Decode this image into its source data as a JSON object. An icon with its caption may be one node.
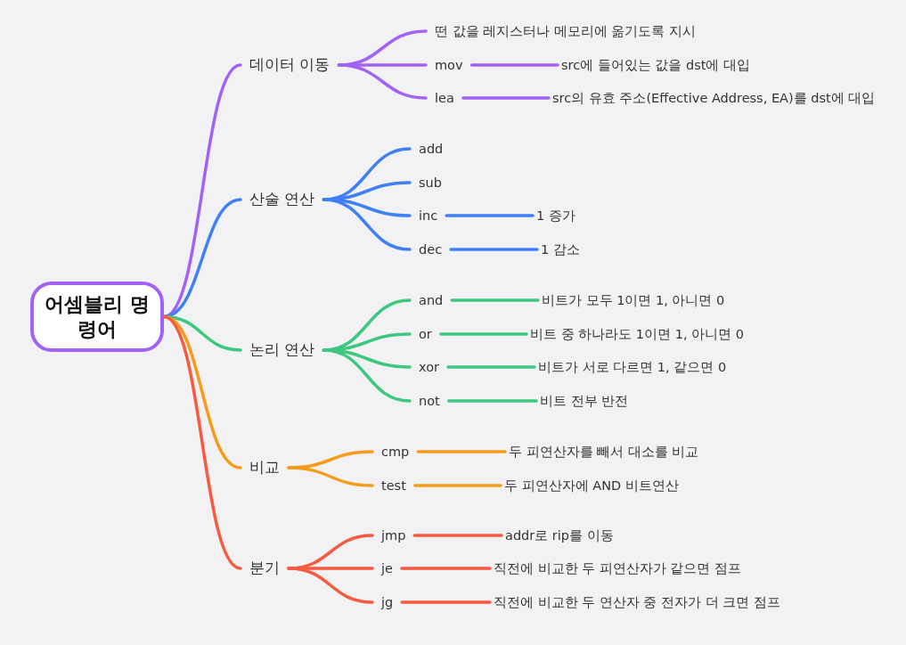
{
  "diagram": {
    "nodes": [
      {
        "text": [
          "어셈블리 명령어"
        ]
      },
      {
        "text": [
          "데이터 이동"
        ]
      },
      {
        "text": [
          "떤 값을 레지스터나 메모리에 옮기도록 지시"
        ]
      },
      {
        "text": [
          "mov"
        ]
      },
      {
        "text": [
          "src에 들어있는 값을 dst에 대입"
        ]
      },
      {
        "text": [
          "lea"
        ]
      },
      {
        "text": [
          "src의 유효 주소(Effective Address, EA)를 dst에 대입"
        ]
      },
      {
        "text": [
          "산술 연산"
        ]
      },
      {
        "text": [
          "add"
        ]
      },
      {
        "text": [
          "sub"
        ]
      },
      {
        "text": [
          "inc"
        ]
      },
      {
        "text": [
          "1 증가"
        ]
      },
      {
        "text": [
          "dec"
        ]
      },
      {
        "text": [
          "1 감소"
        ]
      },
      {
        "text": [
          "논리 연산"
        ]
      },
      {
        "text": [
          "and"
        ]
      },
      {
        "text": [
          "비트가 모두 1이면 1, 아니면 0"
        ]
      },
      {
        "text": [
          "or"
        ]
      },
      {
        "text": [
          "비트 중 하나라도 1이면 1, 아니면 0"
        ]
      },
      {
        "text": [
          "xor"
        ]
      },
      {
        "text": [
          "비트가 서로 다르면 1, 같으면 0"
        ]
      },
      {
        "text": [
          "not"
        ]
      },
      {
        "text": [
          "비트 전부 반전"
        ]
      },
      {
        "text": [
          "비교"
        ]
      },
      {
        "text": [
          "cmp"
        ]
      },
      {
        "text": [
          "두 피연산자를 빼서 대소를 비교"
        ]
      },
      {
        "text": [
          "test"
        ]
      },
      {
        "text": [
          "두 피연산자에 AND 비트연산"
        ]
      },
      {
        "text": [
          "분기"
        ]
      },
      {
        "text": [
          "jmp"
        ]
      },
      {
        "text": [
          "addr로 rip를 이동"
        ]
      },
      {
        "text": [
          "je"
        ]
      },
      {
        "text": [
          "직전에 비교한 두 피연산자가 같으면 점프"
        ]
      },
      {
        "text": [
          "jg"
        ]
      },
      {
        "text": [
          "직전에 비교한 두 연산자 중 전자가 더 크면 점프"
        ]
      }
    ],
    "edges": [
      {
        "from": 0,
        "to": 1,
        "arrow": "none",
        "color": "#a262f6"
      },
      {
        "from": 1,
        "to": 2,
        "arrow": "none",
        "color": "#a262f6"
      },
      {
        "from": 1,
        "to": 3,
        "arrow": "none",
        "color": "#a262f6"
      },
      {
        "from": 3,
        "to": 4,
        "arrow": "none",
        "color": "#a262f6"
      },
      {
        "from": 1,
        "to": 5,
        "arrow": "none",
        "color": "#a262f6"
      },
      {
        "from": 5,
        "to": 6,
        "arrow": "none",
        "color": "#a262f6"
      },
      {
        "from": 0,
        "to": 7,
        "arrow": "none",
        "color": "#3f80f6"
      },
      {
        "from": 7,
        "to": 8,
        "arrow": "none",
        "color": "#3f80f6"
      },
      {
        "from": 7,
        "to": 9,
        "arrow": "none",
        "color": "#3f80f6"
      },
      {
        "from": 7,
        "to": 10,
        "arrow": "none",
        "color": "#3f80f6"
      },
      {
        "from": 10,
        "to": 11,
        "arrow": "none",
        "color": "#3f80f6"
      },
      {
        "from": 7,
        "to": 12,
        "arrow": "none",
        "color": "#3f80f6"
      },
      {
        "from": 12,
        "to": 13,
        "arrow": "none",
        "color": "#3f80f6"
      },
      {
        "from": 0,
        "to": 14,
        "arrow": "none"
      },
      {
        "from": 14,
        "to": 15,
        "arrow": "none"
      },
      {
        "from": 15,
        "to": 16,
        "arrow": "none"
      },
      {
        "from": 14,
        "to": 17,
        "arrow": "none"
      },
      {
        "from": 17,
        "to": 18,
        "arrow": "none"
      },
      {
        "from": 14,
        "to": 19,
        "arrow": "none"
      },
      {
        "from": 19,
        "to": 20,
        "arrow": "none"
      },
      {
        "from": 14,
        "to": 21,
        "arrow": "none"
      },
      {
        "from": 21,
        "to": 22,
        "arrow": "none"
      },
      {
        "from": 0,
        "to": 23,
        "arrow": "none",
        "color": "#f59c1b"
      },
      {
        "from": 23,
        "to": 24,
        "arrow": "none",
        "color": "#f59c1b"
      },
      {
        "from": 24,
        "to": 25,
        "arrow": "none",
        "color": "#f59c1b"
      },
      {
        "from": 23,
        "to": 26,
        "arrow": "none",
        "color": "#f59c1b"
      },
      {
        "from": 26,
        "to": 27,
        "arrow": "none",
        "color": "#f59c1b"
      },
      {
        "from": 0,
        "to": 28,
        "arrow": "none",
        "color": "#f75a3f"
      },
      {
        "from": 28,
        "to": 29,
        "arrow": "none",
        "color": "#f75a3f"
      },
      {
        "from": 29,
        "to": 30,
        "arrow": "none",
        "color": "#f75a3f"
      },
      {
        "from": 28,
        "to": 31,
        "arrow": "none",
        "color": "#f75a3f"
      },
      {
        "from": 31,
        "to": 32,
        "arrow": "none",
        "color": "#f75a3f"
      },
      {
        "from": 28,
        "to": 33,
        "arrow": "none",
        "color": "#f75a3f"
      },
      {
        "from": 33,
        "to": 34,
        "arrow": "none",
        "color": "#f75a3f"
      }
    ]
  }
}
